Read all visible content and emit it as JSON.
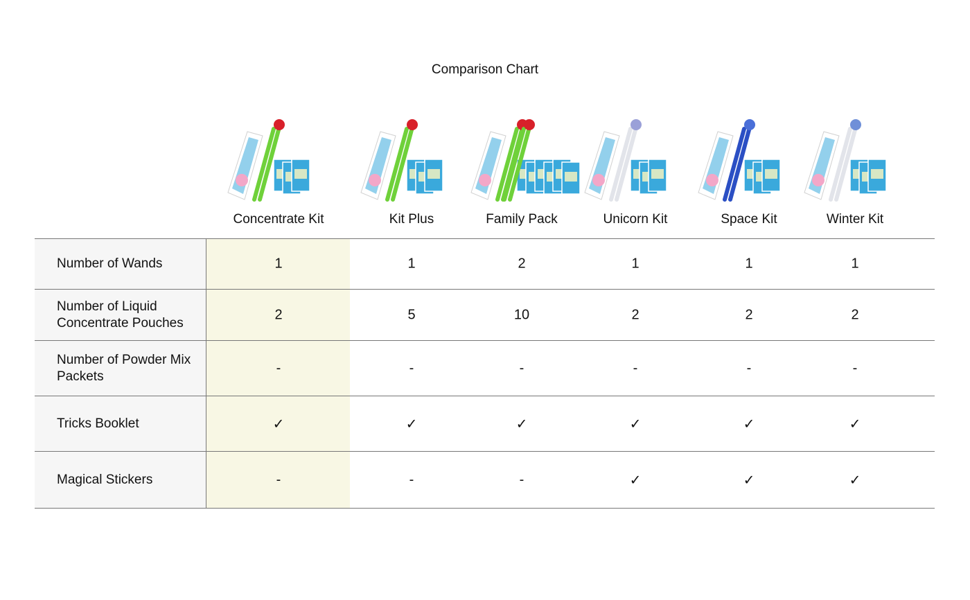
{
  "title": "Comparison Chart",
  "products": [
    {
      "name": "Concentrate Kit",
      "wand_color": "#6fd13a",
      "tip_color": "#d8202a",
      "wands": 1
    },
    {
      "name": "Kit Plus",
      "wand_color": "#6fd13a",
      "tip_color": "#d8202a",
      "wands": 1
    },
    {
      "name": "Family Pack",
      "wand_color": "#6fd13a",
      "tip_color": "#d8202a",
      "wands": 2
    },
    {
      "name": "Unicorn Kit",
      "wand_color": "#e2e4ea",
      "tip_color": "#9aa0d8",
      "wands": 1
    },
    {
      "name": "Space Kit",
      "wand_color": "#2b4fc4",
      "tip_color": "#4a6fd8",
      "wands": 1
    },
    {
      "name": "Winter Kit",
      "wand_color": "#e2e4ea",
      "tip_color": "#6f8fd8",
      "wands": 1
    }
  ],
  "rows": [
    {
      "label": "Number of Wands",
      "values": [
        "1",
        "1",
        "2",
        "1",
        "1",
        "1"
      ]
    },
    {
      "label": "Number of Liquid Concentrate Pouches",
      "values": [
        "2",
        "5",
        "10",
        "2",
        "2",
        "2"
      ]
    },
    {
      "label": "Number of Powder Mix Packets",
      "values": [
        "-",
        "-",
        "-",
        "-",
        "-",
        "-"
      ]
    },
    {
      "label": "Tricks Booklet",
      "values": [
        "✓",
        "✓",
        "✓",
        "✓",
        "✓",
        "✓"
      ]
    },
    {
      "label": "Magical Stickers",
      "values": [
        "-",
        "-",
        "-",
        "✓",
        "✓",
        "✓"
      ]
    }
  ],
  "colors": {
    "highlight": "#f8f7e4",
    "label_bg": "#f6f6f6",
    "rule": "#777777",
    "box": "#ffffff",
    "pouch": "#3aa9dc"
  }
}
